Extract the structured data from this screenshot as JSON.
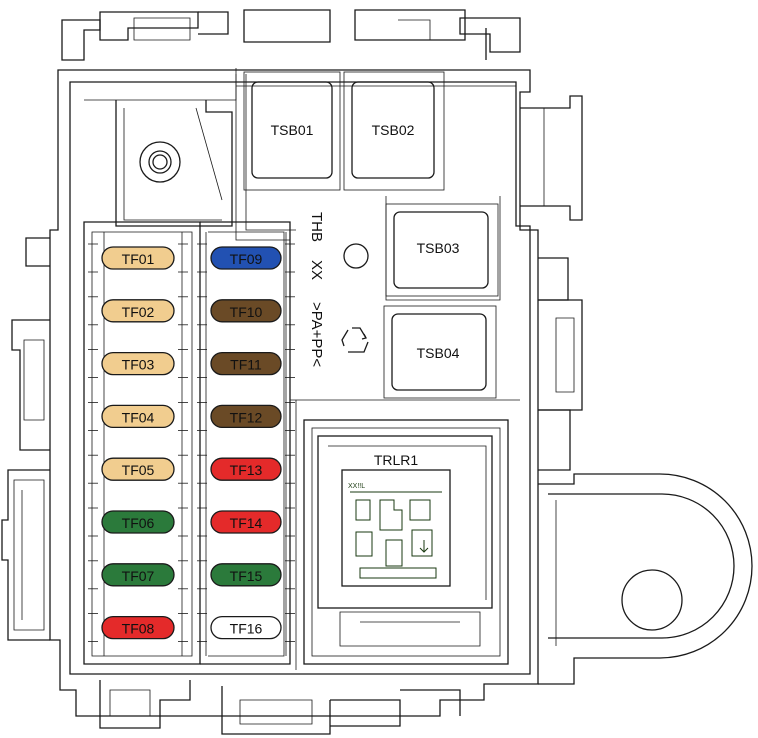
{
  "colors": {
    "tan": "#f1cd8f",
    "blue": "#2251b2",
    "brown": "#6a4a26",
    "red": "#e42a2a",
    "green": "#2b7a3b",
    "white": "#ffffff",
    "relay_pink": "#f1b1b3",
    "relay_white": "#ffffff",
    "connector_green": "#7fbf4a"
  },
  "fuses_left": [
    {
      "id": "TF01",
      "color": "tan"
    },
    {
      "id": "TF02",
      "color": "tan"
    },
    {
      "id": "TF03",
      "color": "tan"
    },
    {
      "id": "TF04",
      "color": "tan"
    },
    {
      "id": "TF05",
      "color": "tan"
    },
    {
      "id": "TF06",
      "color": "green"
    },
    {
      "id": "TF07",
      "color": "green"
    },
    {
      "id": "TF08",
      "color": "red"
    }
  ],
  "fuses_right": [
    {
      "id": "TF09",
      "color": "blue"
    },
    {
      "id": "TF10",
      "color": "brown"
    },
    {
      "id": "TF11",
      "color": "brown"
    },
    {
      "id": "TF12",
      "color": "brown"
    },
    {
      "id": "TF13",
      "color": "red"
    },
    {
      "id": "TF14",
      "color": "red"
    },
    {
      "id": "TF15",
      "color": "green"
    },
    {
      "id": "TF16",
      "color": "white"
    }
  ],
  "relays": [
    {
      "id": "TSB01",
      "color": "relay_pink"
    },
    {
      "id": "TSB02",
      "color": "relay_pink"
    },
    {
      "id": "TSB03",
      "color": "relay_white"
    },
    {
      "id": "TSB04",
      "color": "relay_pink"
    }
  ],
  "connector": {
    "id": "TRLR1",
    "marking": "XX!!L"
  },
  "molded_text": {
    "line1": "THB",
    "line2": "XX",
    "line3": ">PA+PP<"
  }
}
